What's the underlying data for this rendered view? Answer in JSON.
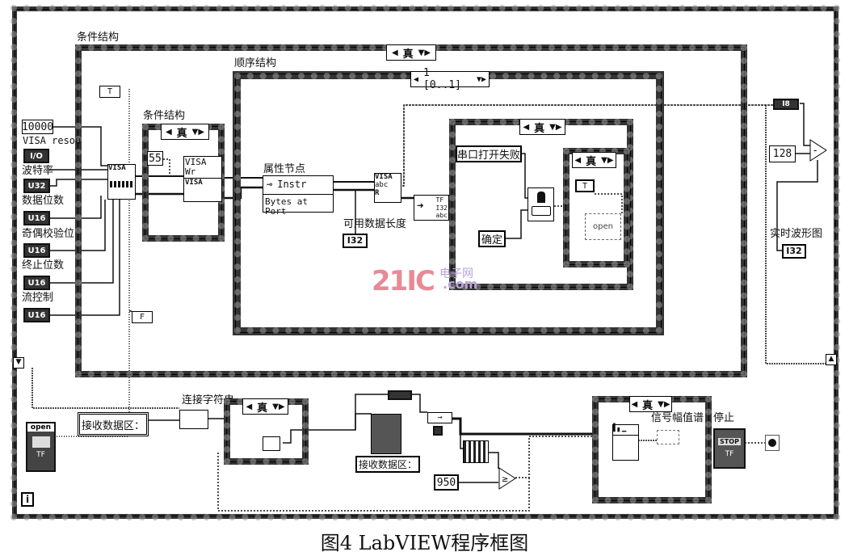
{
  "outer_case": {
    "label": "条件结构",
    "selector": "真"
  },
  "sequence": {
    "label": "顺序结构",
    "selector": "1 [0..1]"
  },
  "inner_case": {
    "label": "条件结构",
    "selector": "真",
    "const": "55",
    "visa_write": "VISA Wr",
    "visa_write_icon": "VISA"
  },
  "left_controls": [
    {
      "value": "10000",
      "label": "VISA resou"
    },
    {
      "value": "I/O",
      "label": "波特率"
    },
    {
      "value": "U32",
      "label": "数据位数"
    },
    {
      "value": "U16",
      "label": "奇偶校验位"
    },
    {
      "value": "U16",
      "label": "终止位数"
    },
    {
      "value": "U16",
      "label": "流控制"
    },
    {
      "value": "U16",
      "label": ""
    }
  ],
  "visa_config": {
    "title": "VISA"
  },
  "bool_consts": [
    "T",
    "F"
  ],
  "property_node": {
    "label": "属性节点",
    "class": "Instr",
    "property": "Bytes at Port"
  },
  "visa_read": {
    "title": "VISA",
    "sub": "abc",
    "r": "R"
  },
  "available_length": {
    "label": "可用数据长度",
    "type": "I32"
  },
  "error_case": {
    "selector": "真",
    "message": "串口打开失败",
    "ok_button": "确定",
    "inner_selector": "真",
    "inner_const": "T",
    "inner_indicator": "open"
  },
  "watermark": {
    "main": "21IC",
    "cn": "电子网",
    "dom": ".com"
  },
  "right": {
    "shift_type": "I8",
    "const": "128",
    "minus": "-",
    "waveform_label": "实时波形图",
    "waveform_type": "I32"
  },
  "bottom": {
    "open_label": "open",
    "open_type": "TF",
    "iteration": "i",
    "string_const": "接收数据区：",
    "concat_label": "连接字符串",
    "case_selector": "真",
    "string_indicator_label": "接收数据区：",
    "const_950": "950",
    "spectrum_case_selector": "真",
    "spectrum_label": "信号幅值谱",
    "stop_label": "停止",
    "stop_button": "STOP",
    "stop_type": "TF"
  },
  "caption": "图4    LabVIEW程序框图"
}
